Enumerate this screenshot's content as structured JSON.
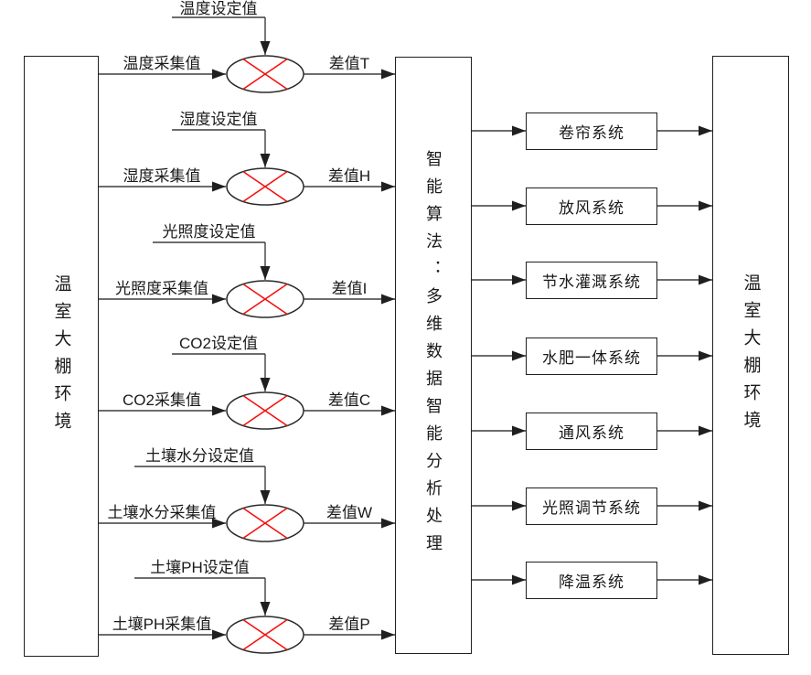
{
  "diagram": {
    "title_hint": "greenhouse-intelligent-control-flow",
    "left_box": "温室大棚环境",
    "middle_box": "智能算法：多维数据智能分析处理",
    "right_box": "温室大棚环境",
    "rows": [
      {
        "setpoint": "温度设定值",
        "collected": "温度采集值",
        "diff": "差值T"
      },
      {
        "setpoint": "湿度设定值",
        "collected": "湿度采集值",
        "diff": "差值H"
      },
      {
        "setpoint": "光照度设定值",
        "collected": "光照度采集值",
        "diff": "差值I"
      },
      {
        "setpoint": "CO2设定值",
        "collected": "CO2采集值",
        "diff": "差值C"
      },
      {
        "setpoint": "土壤水分设定值",
        "collected": "土壤水分采集值",
        "diff": "差值W"
      },
      {
        "setpoint": "土壤PH设定值",
        "collected": "土壤PH采集值",
        "diff": "差值P"
      }
    ],
    "systems": [
      "卷帘系统",
      "放风系统",
      "节水灌溉系统",
      "水肥一体系统",
      "通风系统",
      "光照调节系统",
      "降温系统"
    ],
    "colors": {
      "line": "#3d3d3d",
      "box_border": "#1f1f1f",
      "cross": "#f5100d",
      "text": "#1a1a1a",
      "background": "#ffffff"
    }
  }
}
